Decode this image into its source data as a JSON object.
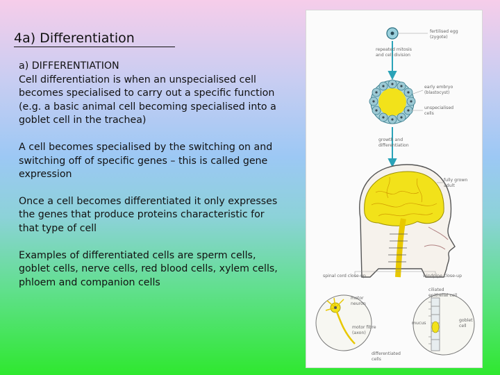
{
  "title": "4a) Differentiation",
  "heading": "a) DIFFERENTIATION",
  "paragraphs": [
    "Cell differentiation is when an unspecialised cell becomes specialised to carry out a specific function (e.g. a basic animal cell becoming specialised into a goblet cell in the trachea)",
    "A cell becomes specialised by the switching on and switching off of specific genes – this is called gene expression",
    "Once a cell becomes differentiated it only expresses the genes that produce proteins characteristic for that type of cell",
    "Examples of differentiated cells are sperm cells, goblet cells, nerve cells, red blood cells, xylem cells, phloem and companion cells"
  ],
  "figure": {
    "labels": {
      "fertilised_egg": "fertilised egg",
      "zygote": "(zygote)",
      "repeated_mitosis_1": "repeated mitosis",
      "repeated_mitosis_2": "and cell division",
      "early_embryo_1": "early embryo",
      "early_embryo_2": "(blastocyst)",
      "unspecialised_1": "unspecialised",
      "unspecialised_2": "cells",
      "growth_1": "growth and",
      "growth_2": "differentiation",
      "adult_1": "fully grown",
      "adult_2": "adult",
      "spinal_cord": "spinal cord close-up",
      "windpipe": "windpipe close-up",
      "motor_neuron_1": "motor",
      "motor_neuron_2": "neuron",
      "ciliated_1": "ciliated",
      "ciliated_2": "epithelial cell",
      "motor_fibre_1": "motor fibre",
      "motor_fibre_2": "(axon)",
      "mucus": "mucus",
      "goblet_1": "goblet",
      "goblet_2": "cell",
      "differentiated_1": "differentiated",
      "differentiated_2": "cells"
    }
  },
  "colors": {
    "arrow": "#2aa3b8",
    "cell_yellow": "#f2e21a",
    "head_outline": "#555555"
  }
}
